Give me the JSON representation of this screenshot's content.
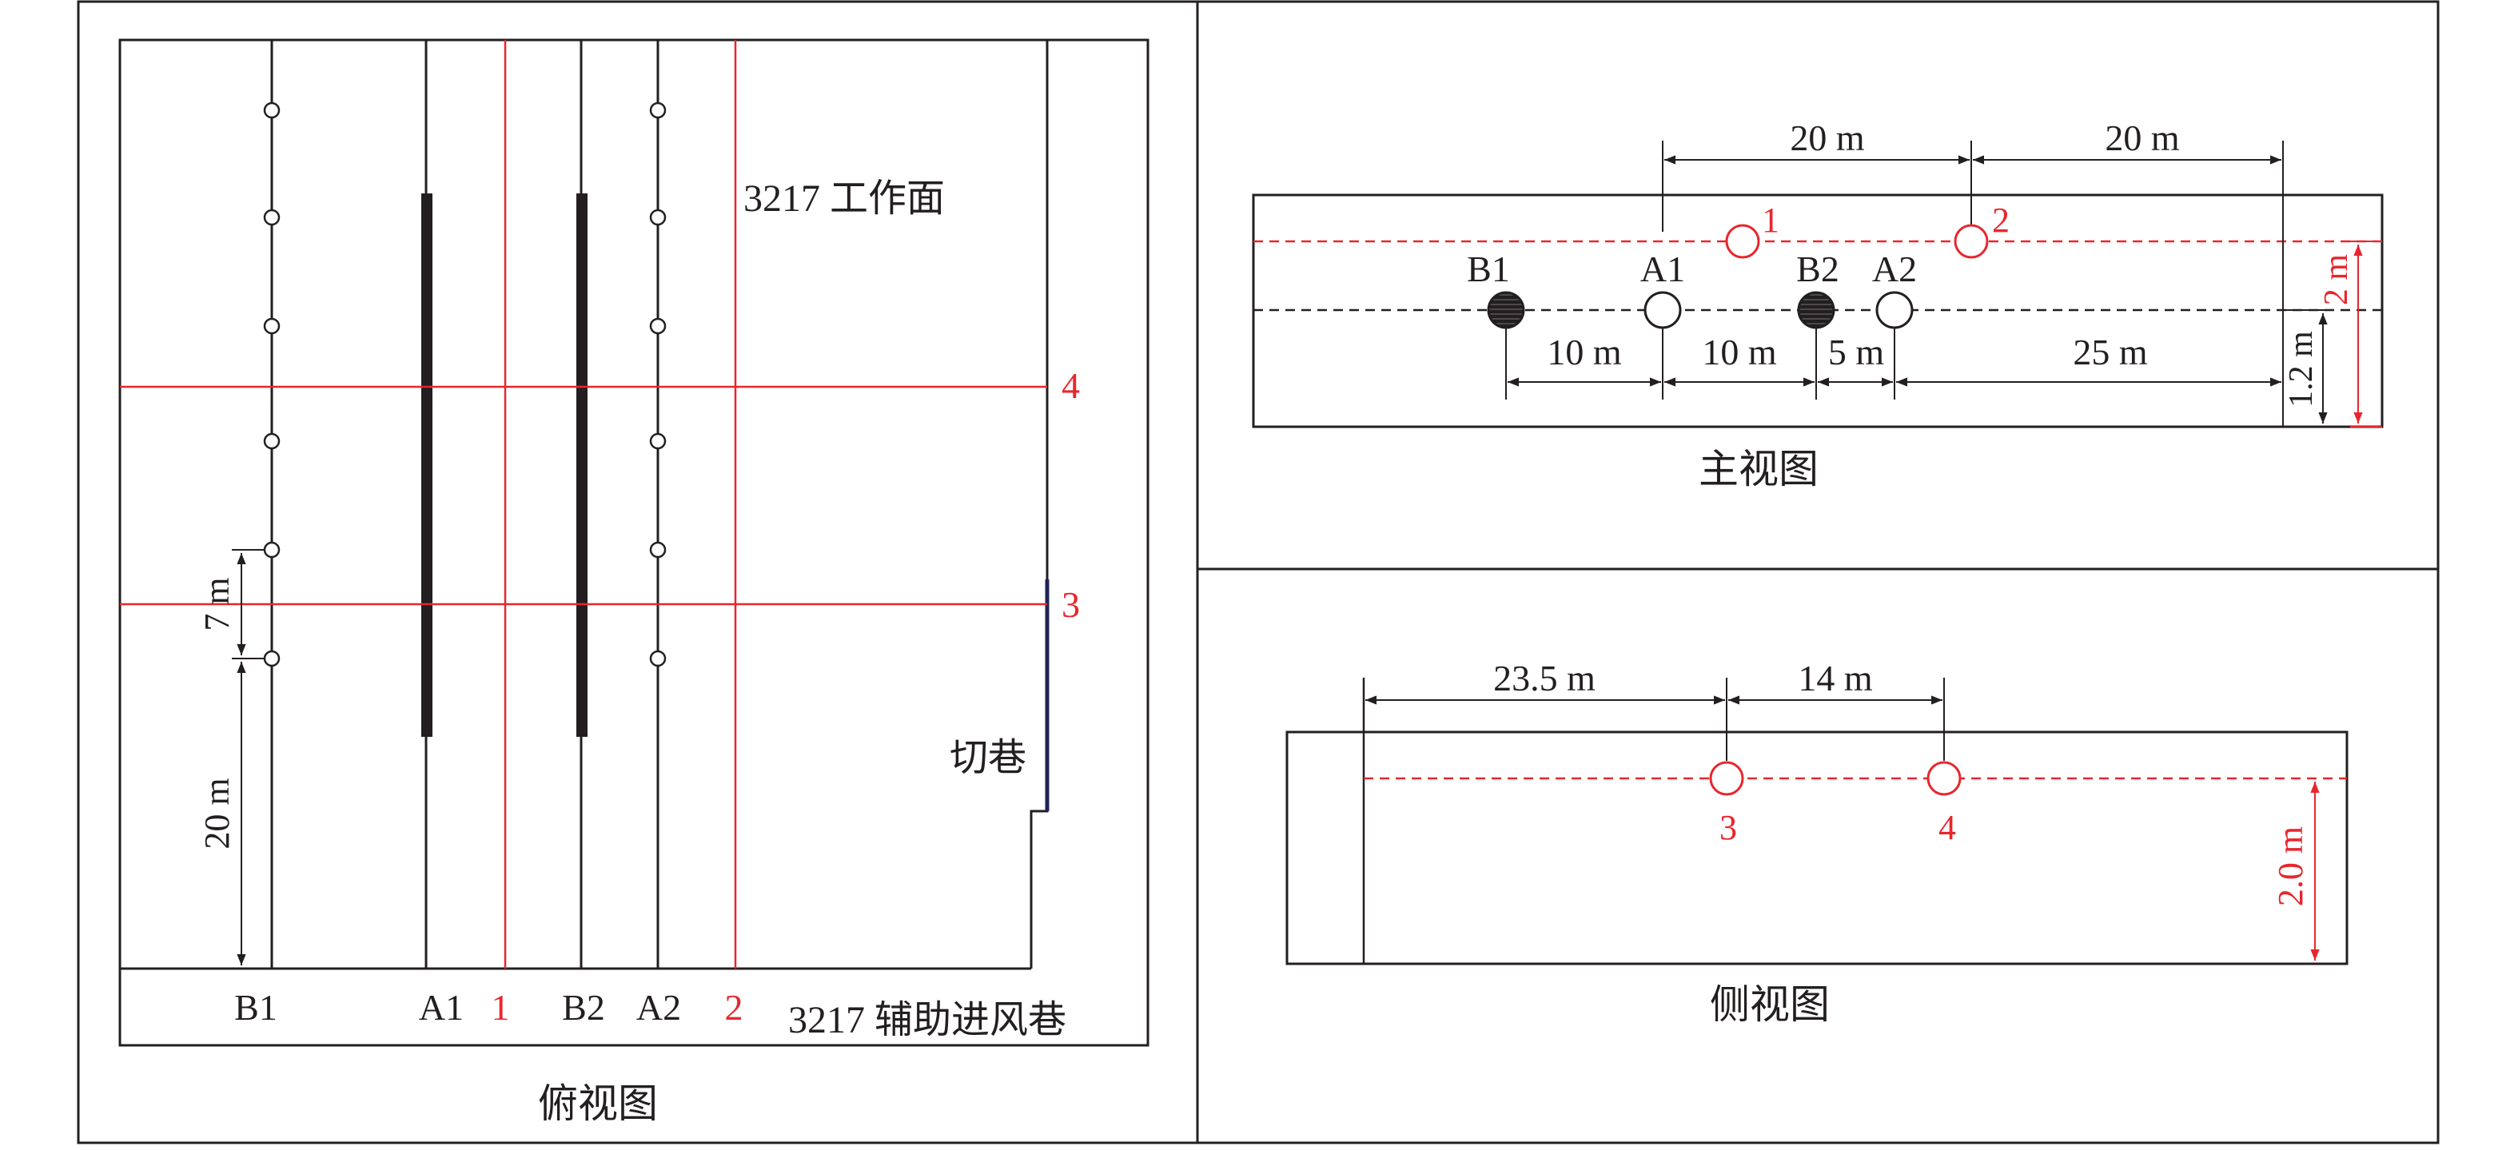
{
  "colors": {
    "black": "#231f20",
    "red": "#e8262d",
    "navy": "#1f2456"
  },
  "top_view": {
    "caption": "俯视图",
    "face_label": "3217 工作面",
    "roadway_label": "3217 辅助进风巷",
    "cut_label": "切巷",
    "borehole_labels": [
      "B1",
      "A1",
      "B2",
      "A2"
    ],
    "red_line_labels": [
      "1",
      "2",
      "3",
      "4"
    ],
    "dim_spacing": "7 m",
    "dim_bottom": "20 m"
  },
  "front_view": {
    "caption": "主视图",
    "borehole_labels": [
      "B1",
      "A1",
      "B2",
      "A2"
    ],
    "point_labels": [
      "1",
      "2"
    ],
    "dims_top": [
      "20 m",
      "20 m"
    ],
    "dims_bottom": [
      "10 m",
      "10 m",
      "5 m",
      "25 m"
    ],
    "dim_height_black": "1.2 m",
    "dim_height_red": "2 m"
  },
  "side_view": {
    "caption": "侧视图",
    "point_labels": [
      "3",
      "4"
    ],
    "dims_top": [
      "23.5 m",
      "14 m"
    ],
    "dim_height_red": "2.0 m"
  }
}
